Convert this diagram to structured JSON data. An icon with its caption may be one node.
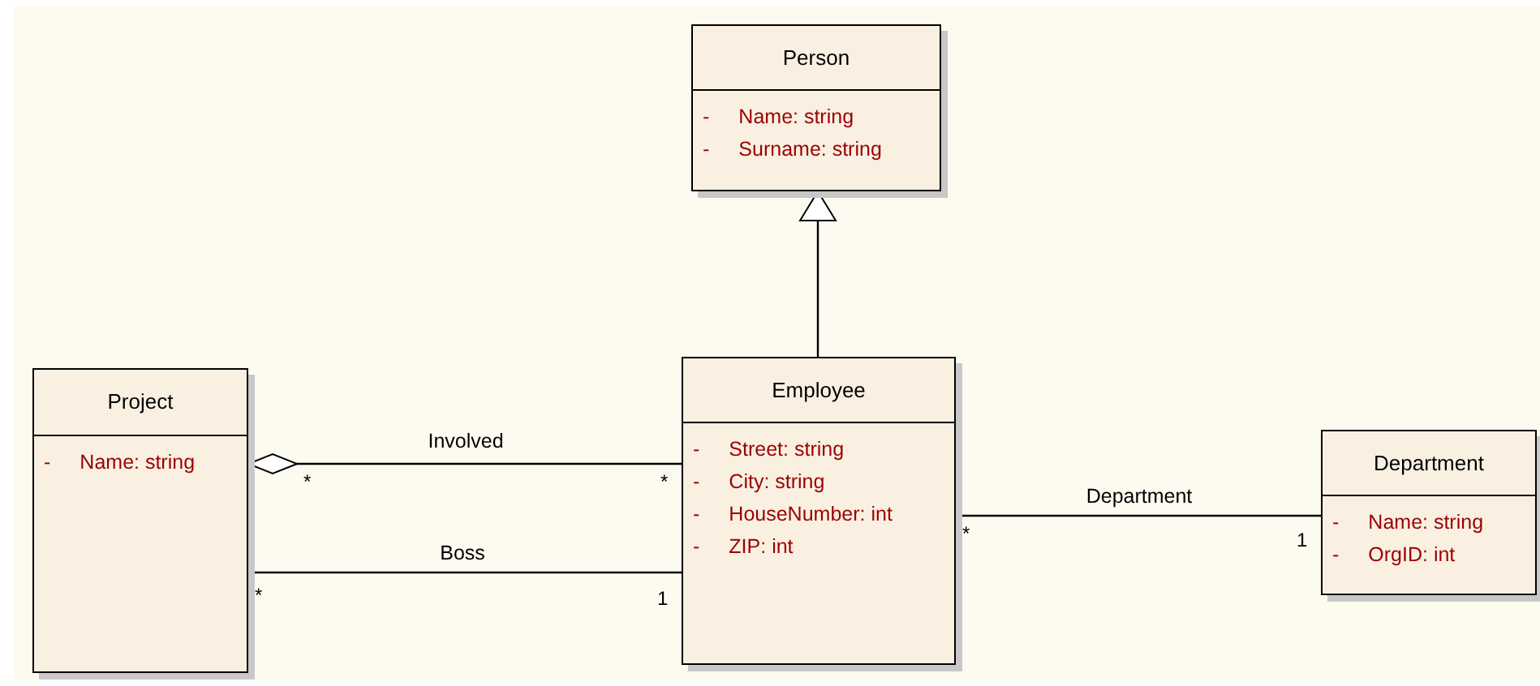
{
  "diagram": {
    "nodes": [
      {
        "text": [
          "Person",
          "-",
          "Name: string",
          "-",
          "Surname: string"
        ]
      },
      {
        "text": [
          "Project",
          "-",
          "Name: string"
        ]
      },
      {
        "text": [
          "Employee",
          "-",
          "Street: string",
          "-",
          "City: string",
          "-",
          "HouseNumber: int",
          "-",
          "ZIP: int"
        ]
      },
      {
        "text": [
          "Department",
          "-",
          "Name: string",
          "-",
          "OrgID: int"
        ]
      }
    ],
    "edges": [
      {
        "from": 2,
        "to": 0,
        "arrow": "to"
      },
      {
        "from": 1,
        "to": 2,
        "arrow": "other",
        "label": "Involved"
      },
      {
        "from": 2,
        "to": 3,
        "arrow": "none",
        "label": "Department"
      },
      {
        "from": 1,
        "to": 2,
        "arrow": "none",
        "label": "Boss"
      }
    ],
    "labels": [
      "*",
      "*",
      "*",
      "1",
      "*",
      "1"
    ]
  }
}
